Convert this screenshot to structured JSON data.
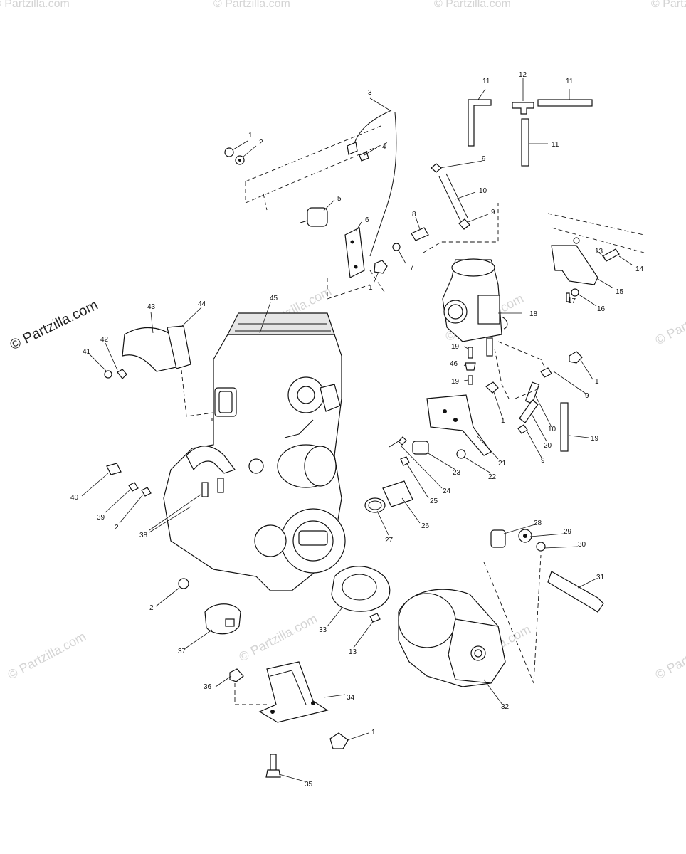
{
  "watermark": {
    "main": "© Partzilla.com",
    "tile": "© Partzilla.com"
  },
  "callouts": [
    {
      "id": "c1a",
      "text": "1"
    },
    {
      "id": "c2a",
      "text": "2"
    },
    {
      "id": "c3",
      "text": "3"
    },
    {
      "id": "c4",
      "text": "4"
    },
    {
      "id": "c5",
      "text": "5"
    },
    {
      "id": "c6",
      "text": "6"
    },
    {
      "id": "c7",
      "text": "7"
    },
    {
      "id": "c8",
      "text": "8"
    },
    {
      "id": "c1b",
      "text": "1"
    },
    {
      "id": "c9a",
      "text": "9"
    },
    {
      "id": "c10a",
      "text": "10"
    },
    {
      "id": "c9b",
      "text": "9"
    },
    {
      "id": "c11a",
      "text": "11"
    },
    {
      "id": "c12",
      "text": "12"
    },
    {
      "id": "c11b",
      "text": "11"
    },
    {
      "id": "c11c",
      "text": "11"
    },
    {
      "id": "c13a",
      "text": "13"
    },
    {
      "id": "c14",
      "text": "14"
    },
    {
      "id": "c15",
      "text": "15"
    },
    {
      "id": "c16",
      "text": "16"
    },
    {
      "id": "c17",
      "text": "17"
    },
    {
      "id": "c18",
      "text": "18"
    },
    {
      "id": "c19a",
      "text": "19"
    },
    {
      "id": "c46",
      "text": "46"
    },
    {
      "id": "c19b",
      "text": "19"
    },
    {
      "id": "c1c",
      "text": "1"
    },
    {
      "id": "c9c",
      "text": "9"
    },
    {
      "id": "c1d",
      "text": "1"
    },
    {
      "id": "c10b",
      "text": "10"
    },
    {
      "id": "c19c",
      "text": "19"
    },
    {
      "id": "c20",
      "text": "20"
    },
    {
      "id": "c9d",
      "text": "9"
    },
    {
      "id": "c21",
      "text": "21"
    },
    {
      "id": "c22",
      "text": "22"
    },
    {
      "id": "c23",
      "text": "23"
    },
    {
      "id": "c24",
      "text": "24"
    },
    {
      "id": "c25",
      "text": "25"
    },
    {
      "id": "c26",
      "text": "26"
    },
    {
      "id": "c27",
      "text": "27"
    },
    {
      "id": "c28",
      "text": "28"
    },
    {
      "id": "c29",
      "text": "29"
    },
    {
      "id": "c30",
      "text": "30"
    },
    {
      "id": "c31",
      "text": "31"
    },
    {
      "id": "c32",
      "text": "32"
    },
    {
      "id": "c33",
      "text": "33"
    },
    {
      "id": "c13b",
      "text": "13"
    },
    {
      "id": "c34",
      "text": "34"
    },
    {
      "id": "c1e",
      "text": "1"
    },
    {
      "id": "c35",
      "text": "35"
    },
    {
      "id": "c36",
      "text": "36"
    },
    {
      "id": "c37",
      "text": "37"
    },
    {
      "id": "c2b",
      "text": "2"
    },
    {
      "id": "c38",
      "text": "38"
    },
    {
      "id": "c39",
      "text": "39"
    },
    {
      "id": "c2c",
      "text": "2"
    },
    {
      "id": "c40",
      "text": "40"
    },
    {
      "id": "c41",
      "text": "41"
    },
    {
      "id": "c42",
      "text": "42"
    },
    {
      "id": "c43",
      "text": "43"
    },
    {
      "id": "c44",
      "text": "44"
    },
    {
      "id": "c45",
      "text": "45"
    }
  ]
}
